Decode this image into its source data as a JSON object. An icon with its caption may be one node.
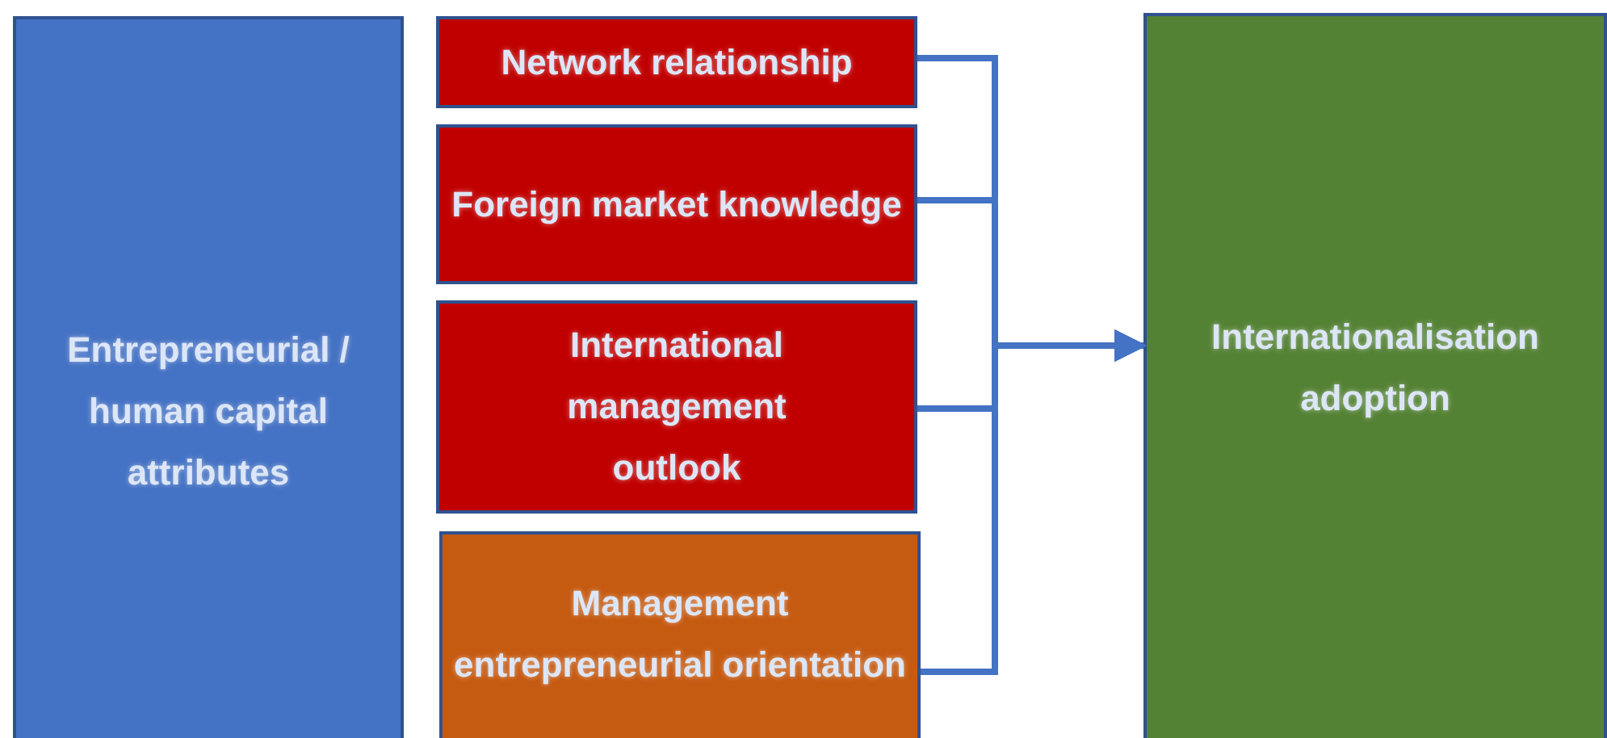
{
  "diagram": {
    "nodes": [
      {
        "text": [
          "Entrepreneurial / human capital attributes"
        ]
      },
      {
        "text": [
          "Network relationship"
        ]
      },
      {
        "text": [
          "Foreign market knowledge"
        ]
      },
      {
        "text": [
          "International management outlook"
        ]
      },
      {
        "text": [
          "Management entrepreneurial orientation"
        ]
      },
      {
        "text": [
          "Internationalisation adoption"
        ]
      }
    ],
    "edges": [
      {
        "from": 1,
        "to": 5,
        "arrow": "to"
      },
      {
        "from": 2,
        "to": 5,
        "arrow": "to"
      },
      {
        "from": 3,
        "to": 5,
        "arrow": "to"
      },
      {
        "from": 4,
        "to": 5,
        "arrow": "to"
      }
    ]
  }
}
